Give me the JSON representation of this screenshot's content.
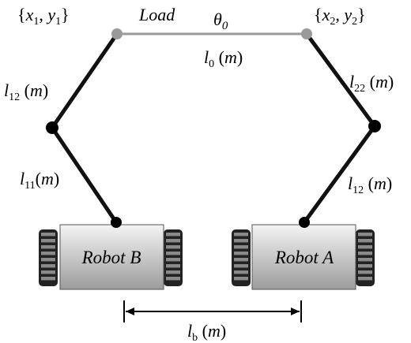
{
  "colors": {
    "link": "#111111",
    "load_bar": "#9a9a9a",
    "load_joint": "#9a9a9a",
    "joint": "#000000",
    "track_dark": "#222222",
    "track_light": "#8a8a8a",
    "body_top": "#f4f4f4",
    "body_bottom": "#9c9c9c"
  },
  "labels": {
    "p1": {
      "brace_open": "{",
      "x": "x",
      "x_sub": "1",
      "comma": ", ",
      "y": "y",
      "y_sub": "1",
      "brace_close": "}"
    },
    "p2": {
      "brace_open": "{",
      "x": "x",
      "x_sub": "2",
      "comma": ", ",
      "y": "y",
      "y_sub": "2",
      "brace_close": "}"
    },
    "load": "Load",
    "theta": {
      "symbol": "θ",
      "sub": "0"
    },
    "l0": {
      "l": "l",
      "sub": "0",
      "unit_open": " (",
      "unit": "m",
      "unit_close": ")"
    },
    "l12_left": {
      "l": "l",
      "sub": "12",
      "unit_open": " (",
      "unit": "m",
      "unit_close": ")"
    },
    "l11_left": {
      "l": "l",
      "sub": "11",
      "unit_open": "(",
      "unit": "m",
      "unit_close": ")"
    },
    "l22_right": {
      "l": "l",
      "sub": "22",
      "unit_open": " (",
      "unit": "m",
      "unit_close": ")"
    },
    "l12_right": {
      "l": "l",
      "sub": "12",
      "unit_open": " (",
      "unit": "m",
      "unit_close": ")"
    },
    "lb": {
      "l": "l",
      "sub": "b",
      "unit_open": " (",
      "unit": "m",
      "unit_close": ")"
    }
  },
  "robots": {
    "b": {
      "name": "Robot B"
    },
    "a": {
      "name": "Robot A"
    }
  }
}
